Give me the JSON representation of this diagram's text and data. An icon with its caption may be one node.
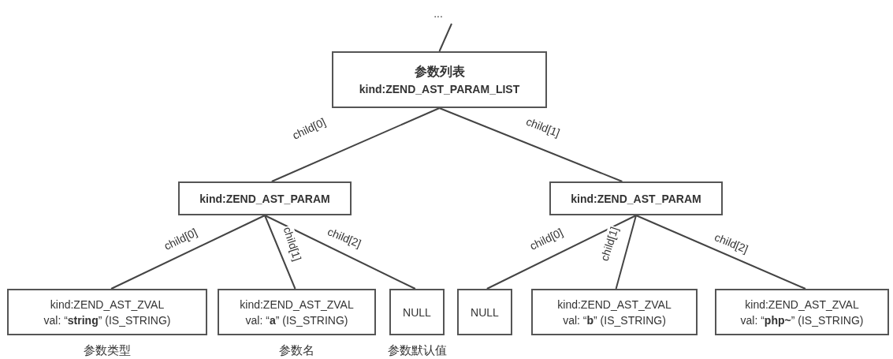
{
  "diagram": {
    "nodes": [
      {
        "text": [
          "..."
        ]
      },
      {
        "text": [
          "参数列表",
          "kind:ZEND_AST_PARAM_LIST"
        ]
      },
      {
        "text": [
          "kind:ZEND_AST_PARAM"
        ]
      },
      {
        "text": [
          "kind:ZEND_AST_PARAM"
        ]
      },
      {
        "text": [
          "kind:ZEND_AST_ZVAL",
          "val: “**string**” (IS_STRING)"
        ],
        "beside": [
          "参数类型"
        ]
      },
      {
        "text": [
          "kind:ZEND_AST_ZVAL",
          "val: “**a**” (IS_STRING)"
        ],
        "beside": [
          "参数名"
        ]
      },
      {
        "text": [
          "NULL"
        ],
        "beside": [
          "参数默认值"
        ]
      },
      {
        "text": [
          "NULL"
        ]
      },
      {
        "text": [
          "kind:ZEND_AST_ZVAL",
          "val: “**b**” (IS_STRING)"
        ]
      },
      {
        "text": [
          "kind:ZEND_AST_ZVAL",
          "val: “**php~**” (IS_STRING)"
        ]
      }
    ],
    "edges": [
      {
        "from": 0,
        "to": 1,
        "arrow": "none"
      },
      {
        "from": 1,
        "to": 2,
        "arrow": "none",
        "label": "child[0]"
      },
      {
        "from": 1,
        "to": 3,
        "arrow": "none",
        "label": "child[1]"
      },
      {
        "from": 2,
        "to": 4,
        "arrow": "none",
        "label": "child[0]"
      },
      {
        "from": 2,
        "to": 5,
        "arrow": "none",
        "label": "child[1]"
      },
      {
        "from": 2,
        "to": 6,
        "arrow": "none",
        "label": "child[2]"
      },
      {
        "from": 3,
        "to": 7,
        "arrow": "none",
        "label": "child[0]"
      },
      {
        "from": 3,
        "to": 8,
        "arrow": "none",
        "label": "child[1]"
      },
      {
        "from": 3,
        "to": 9,
        "arrow": "none",
        "label": "child[2]"
      }
    ]
  }
}
